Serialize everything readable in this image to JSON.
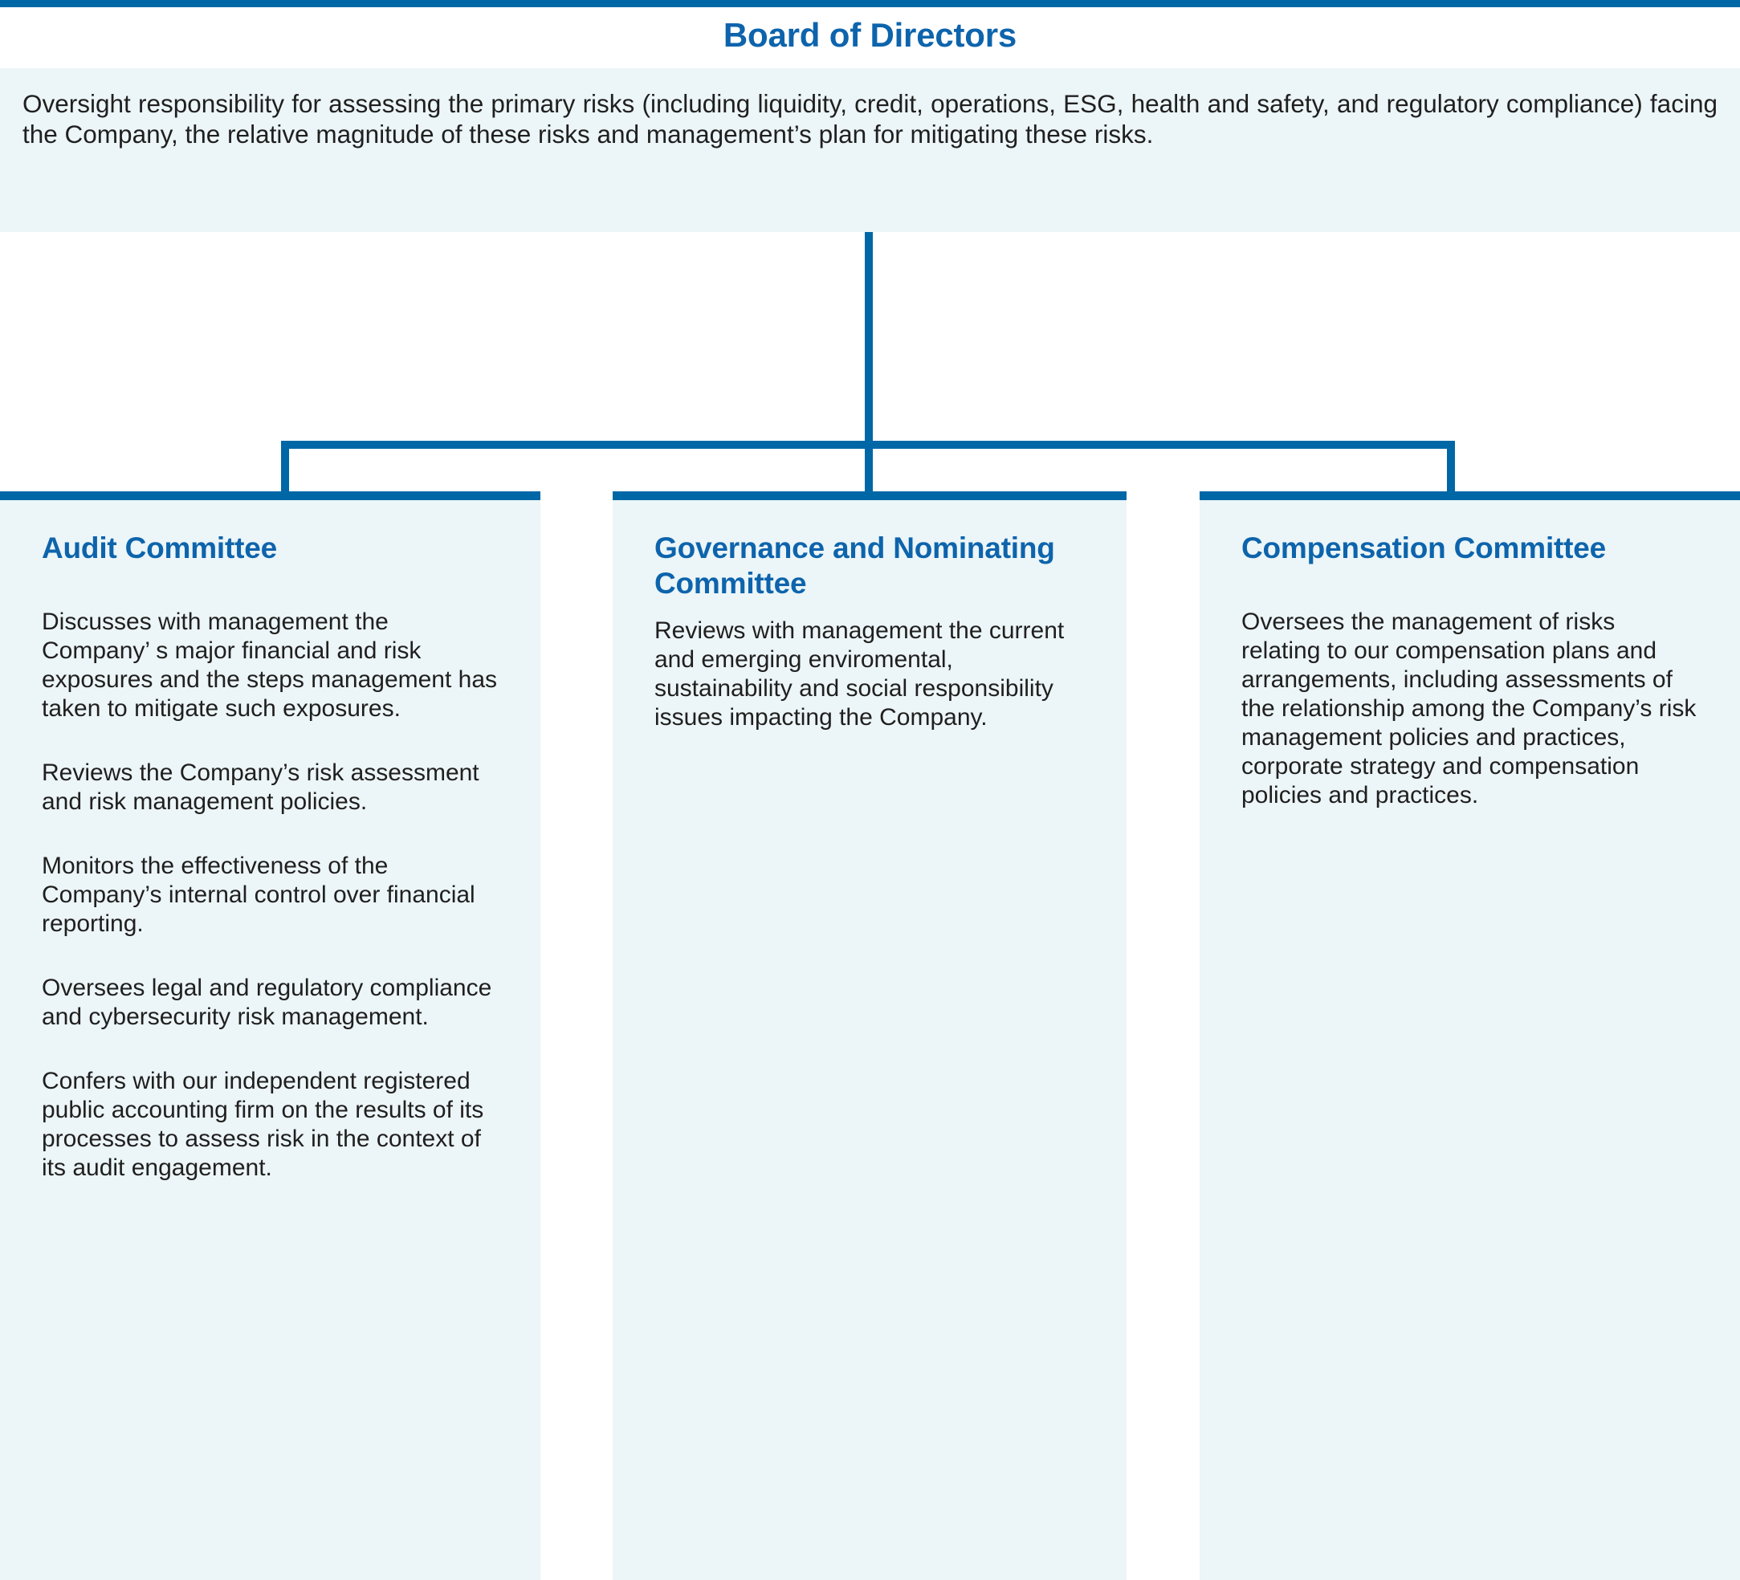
{
  "accent": {
    "bar_color": "#0067a7",
    "title_color": "#0d64ac",
    "panel_bg": "#ecf5f7",
    "text_color": "#201f1f"
  },
  "board": {
    "title": "Board of Directors",
    "description": "Oversight responsibility for assessing the primary risks (including liquidity, credit, operations, ESG, health and safety, and regulatory compliance) facing the Company, the relative magnitude of these risks and management’s plan for mitigating these risks."
  },
  "committees": [
    {
      "title": "Audit Committee",
      "paragraphs": [
        "Discusses with management the Company’ s major financial and risk exposures and the steps management has taken to mitigate such exposures.",
        "Reviews the Company’s risk assessment and risk management policies.",
        "Monitors the effectiveness of the Company’s internal control over financial reporting.",
        "Oversees legal and regulatory compliance and cybersecurity risk management.",
        "Confers with our independent registered public accounting firm on the results of its processes to assess risk in the context of its audit engagement."
      ]
    },
    {
      "title": "Governance and Nominating Committee",
      "paragraphs": [
        "Reviews with management the current and emerging enviromental, sustainability and social responsibility issues impacting the Company."
      ]
    },
    {
      "title": "Compensation Committee",
      "paragraphs": [
        "Oversees the management of risks relating to our compensation plans and arrangements, including assessments of the relationship among the Company’s risk management policies and practices, corporate strategy and compensation policies and practices."
      ]
    }
  ],
  "chart_data": {
    "type": "diagram",
    "diagram_type": "organizational-hierarchy",
    "title": "Board of Directors",
    "root": "Board of Directors",
    "children": [
      "Audit Committee",
      "Governance and Nominating Committee",
      "Compensation Committee"
    ],
    "edges": [
      {
        "from": "Board of Directors",
        "to": "Audit Committee"
      },
      {
        "from": "Board of Directors",
        "to": "Governance and Nominating Committee"
      },
      {
        "from": "Board of Directors",
        "to": "Compensation Committee"
      }
    ]
  }
}
